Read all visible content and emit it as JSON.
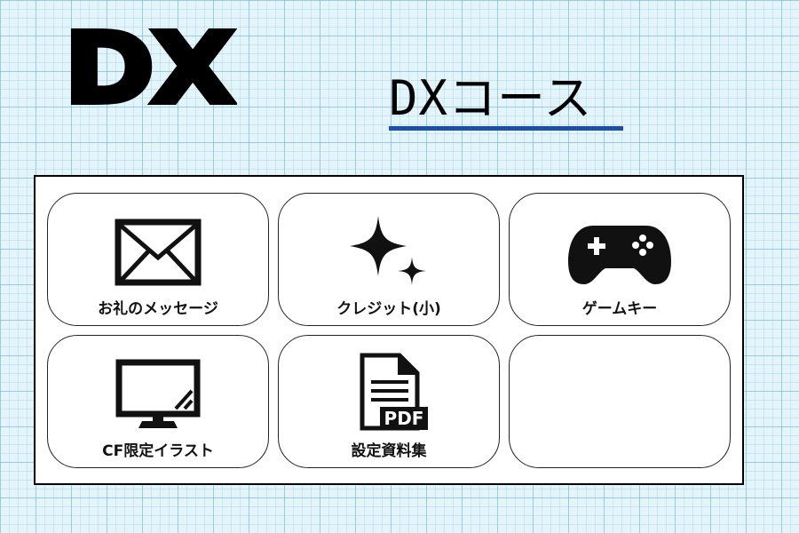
{
  "header": {
    "logo_text": "DX",
    "course_title": "DXコース"
  },
  "rewards": {
    "items": [
      {
        "label": "お礼のメッセージ",
        "icon": "envelope-icon"
      },
      {
        "label": "クレジット(小)",
        "icon": "sparkle-icon"
      },
      {
        "label": "ゲームキー",
        "icon": "gamepad-icon"
      },
      {
        "label": "CF限定イラスト",
        "icon": "monitor-icon"
      },
      {
        "label": "設定資料集",
        "icon": "pdf-file-icon",
        "icon_text": "PDF"
      },
      {
        "label": "",
        "icon": ""
      }
    ]
  },
  "colors": {
    "background": "#e3f4fb",
    "grid_line": "#78b4d7",
    "title_underline": "#1e4fa8",
    "icon": "#111111"
  }
}
